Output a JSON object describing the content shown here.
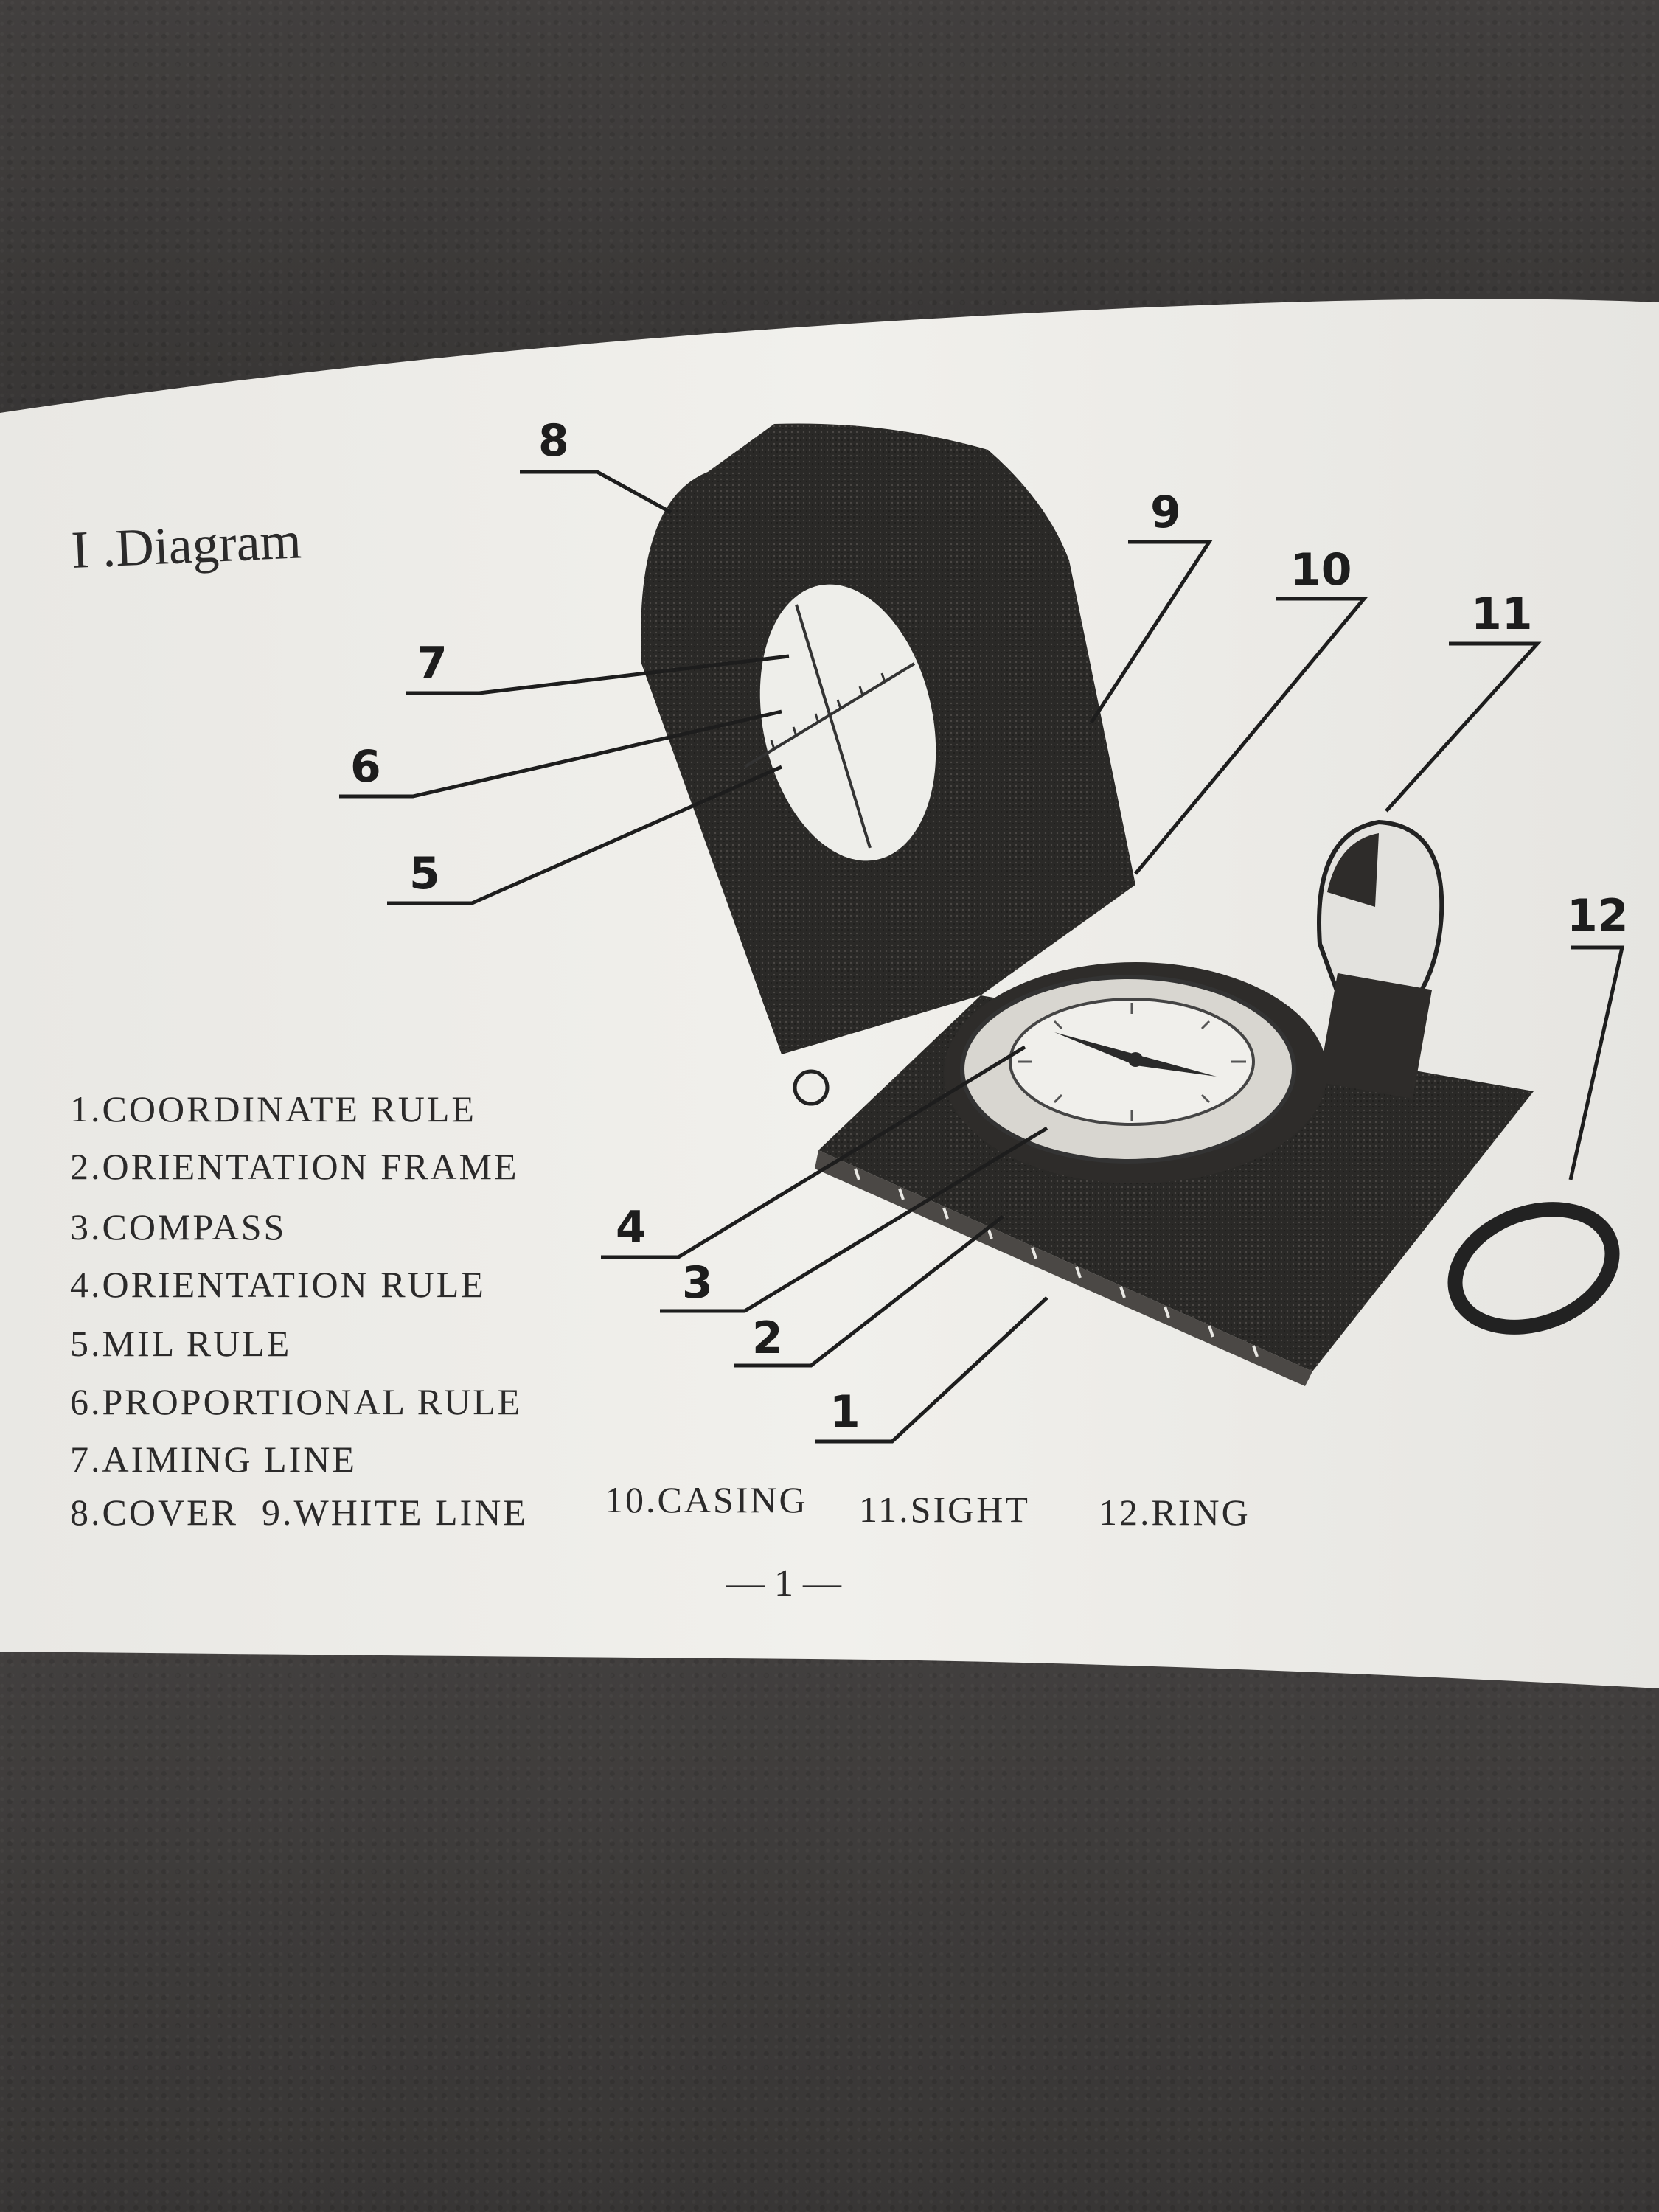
{
  "heading": "I .Diagram",
  "legend": {
    "items": [
      "1.COORDINATE RULE",
      "2.ORIENTATION FRAME",
      "3.COMPASS",
      "4.ORIENTATION RULE",
      "5.MIL RULE",
      "6.PROPORTIONAL RULE",
      "7.AIMING LINE"
    ],
    "last_row": [
      "8.COVER",
      "9.WHITE LINE",
      "10.CASING",
      "11.SIGHT",
      "12.RING"
    ]
  },
  "callouts": [
    "1",
    "2",
    "3",
    "4",
    "5",
    "6",
    "7",
    "8",
    "9",
    "10",
    "11",
    "12"
  ],
  "page_number": "— 1 —",
  "colors": {
    "paper": "#efeeea",
    "ink": "#2b2a2a",
    "carpet": "#3b3938"
  }
}
